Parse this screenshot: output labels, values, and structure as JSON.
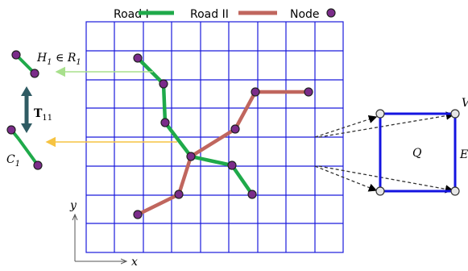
{
  "legend": {
    "road1_label": "Road I",
    "road2_label": "Road II",
    "node_label": "Node"
  },
  "labels": {
    "h1": "H",
    "h1_sub": "1",
    "h1_in": " ∈ ",
    "r1": "R",
    "r1_sub": "1",
    "t11": "T",
    "t11_sub": "11",
    "c1": "C",
    "c1_sub": "1",
    "q": "Q",
    "v": "V",
    "e": "E",
    "y_axis": "y",
    "x_axis": "x"
  },
  "colors": {
    "grid": "#1a1adc",
    "road1": "#1faa4a",
    "road2": "#c0665e",
    "node_fill": "#7b2c8a",
    "node_stroke": "#222222",
    "arrow_green": "#a8e08c",
    "arrow_yellow": "#f6c342",
    "t_arrow": "#2f5b63",
    "square": "#1414e0",
    "hollow_node": "#e6e6e6"
  }
}
